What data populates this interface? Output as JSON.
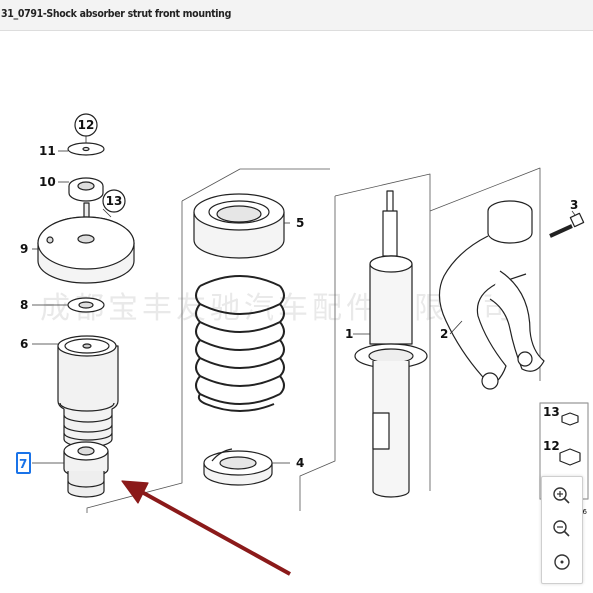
{
  "window": {
    "title": "31_0791-Shock absorber strut front mounting"
  },
  "watermark": "成都宝丰友驰汽车配件有限公司",
  "diagram": {
    "callouts": [
      "1",
      "2",
      "3",
      "4",
      "5",
      "6",
      "7",
      "8",
      "9",
      "10",
      "11",
      "12",
      "13"
    ],
    "inset_labels": [
      "13",
      "12"
    ],
    "inset_code": "26",
    "highlighted_callout": "7",
    "highlight_color": "#1a73e8",
    "arrow_color": "#8b1a1a"
  },
  "zoom_controls": {
    "zoom_in": "zoom-in-icon",
    "zoom_out": "zoom-out-icon",
    "reset": "reset-view-icon"
  }
}
